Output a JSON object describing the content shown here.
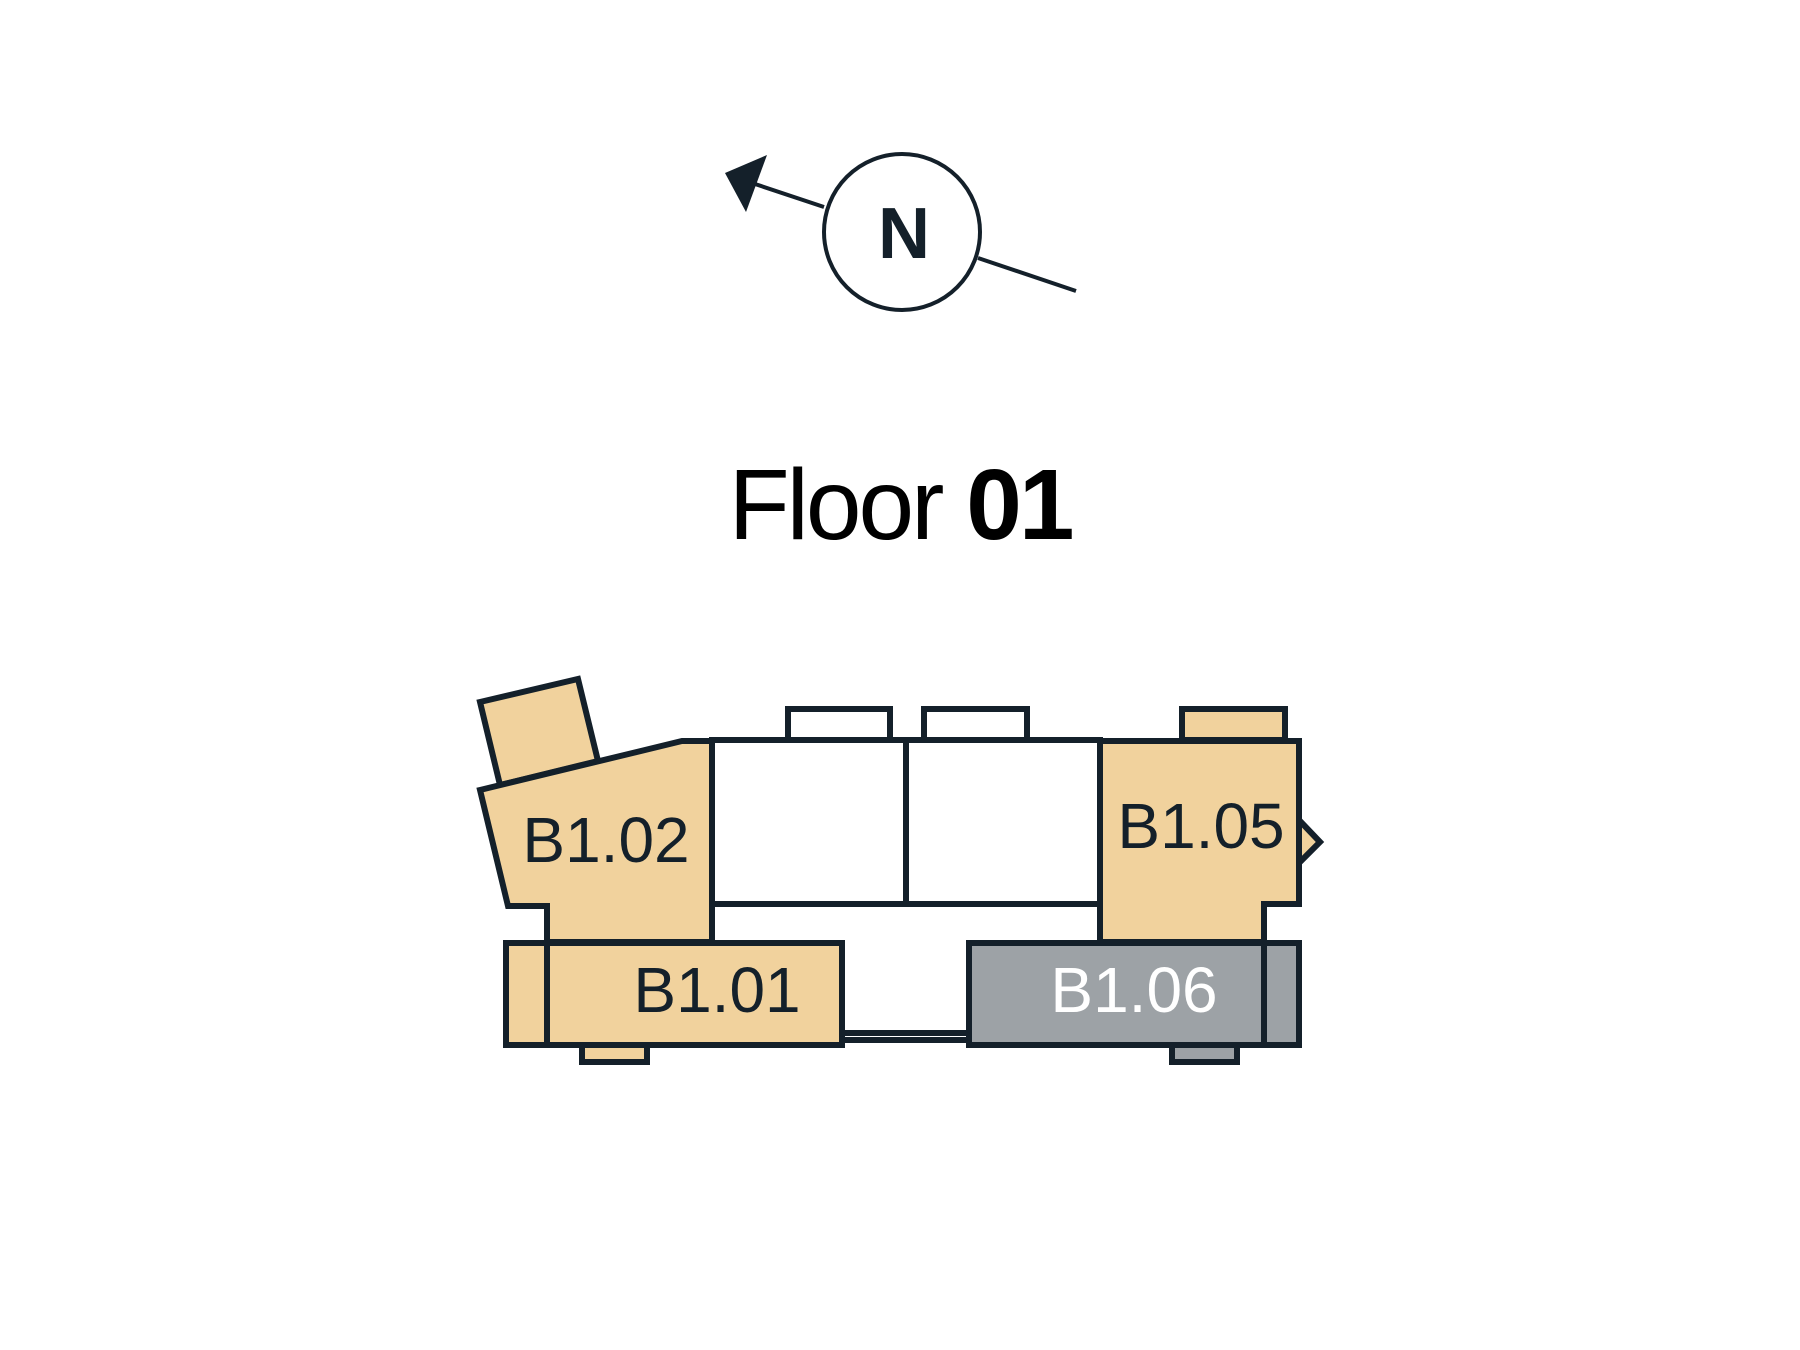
{
  "compass": {
    "label": "N",
    "icon": "north-arrow-icon"
  },
  "title": {
    "prefix": "Floor",
    "number": "01"
  },
  "colors": {
    "stroke": "#14202a",
    "available": "#f1d29d",
    "unavailable": "#9da2a6",
    "common": "#ffffff",
    "label_dark": "#14202a",
    "label_light": "#ffffff"
  },
  "units": [
    {
      "id": "B1.02",
      "status": "available"
    },
    {
      "id": "B1.01",
      "status": "available"
    },
    {
      "id": "B1.05",
      "status": "available"
    },
    {
      "id": "B1.06",
      "status": "unavailable"
    }
  ]
}
